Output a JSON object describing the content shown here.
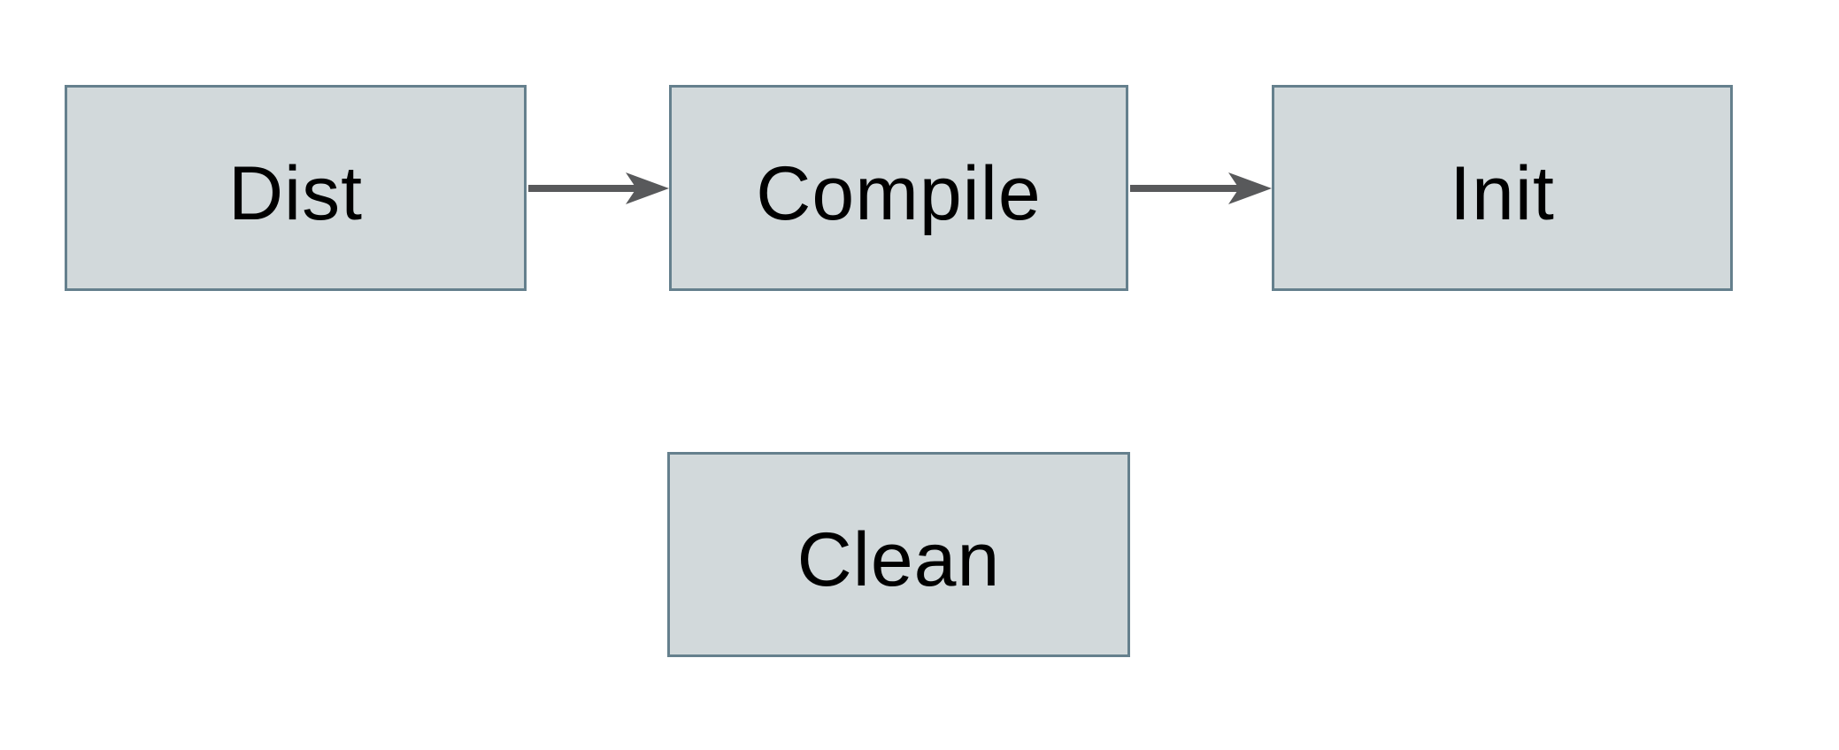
{
  "diagram": {
    "colors": {
      "background": "#ffffff",
      "node_fill": "#d2d9db",
      "node_border": "#65808d",
      "arrow": "#58595b",
      "text": "#000000"
    },
    "nodes": [
      {
        "id": "dist",
        "label": "Dist"
      },
      {
        "id": "compile",
        "label": "Compile"
      },
      {
        "id": "init",
        "label": "Init"
      },
      {
        "id": "clean",
        "label": "Clean"
      }
    ],
    "edges": [
      {
        "from": "Dist",
        "to": "Compile"
      },
      {
        "from": "Compile",
        "to": "Init"
      }
    ]
  }
}
